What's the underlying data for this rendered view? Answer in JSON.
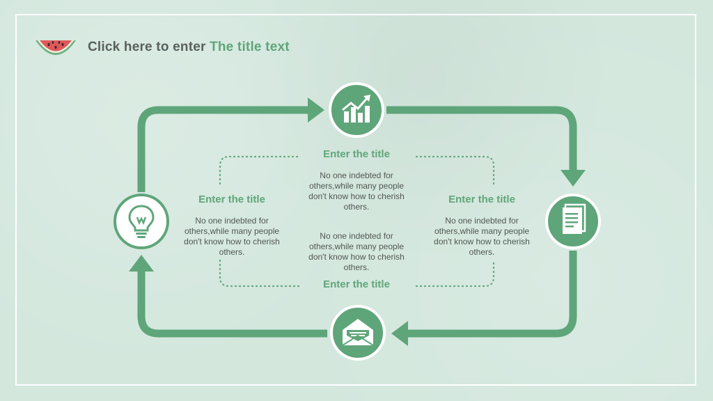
{
  "header": {
    "title_part1": "Click here to enter ",
    "title_part2": "The title text",
    "logo_icon": "watermelon-slice-icon"
  },
  "colors": {
    "accent": "#5fa57a",
    "background": "#d3e7dd",
    "title_dark": "#5a5f5d",
    "text": "#4f5752"
  },
  "cycle": {
    "nodes": [
      {
        "position": "top",
        "icon": "growth-chart-icon"
      },
      {
        "position": "right",
        "icon": "document-icon"
      },
      {
        "position": "bottom",
        "icon": "envelope-icon"
      },
      {
        "position": "left",
        "icon": "lightbulb-icon"
      }
    ]
  },
  "blocks": {
    "top": {
      "title": "Enter the title",
      "text": "No one indebted for others,while many people don't know how to cherish others."
    },
    "left": {
      "title": "Enter the title",
      "text": "No one indebted for others,while many people don't know how to cherish others."
    },
    "right": {
      "title": "Enter the title",
      "text": "No one indebted for others,while many people don't know how to cherish others."
    },
    "bottom": {
      "title": "Enter the title",
      "text": "No one indebted for others,while many people don't know how to cherish others."
    }
  }
}
